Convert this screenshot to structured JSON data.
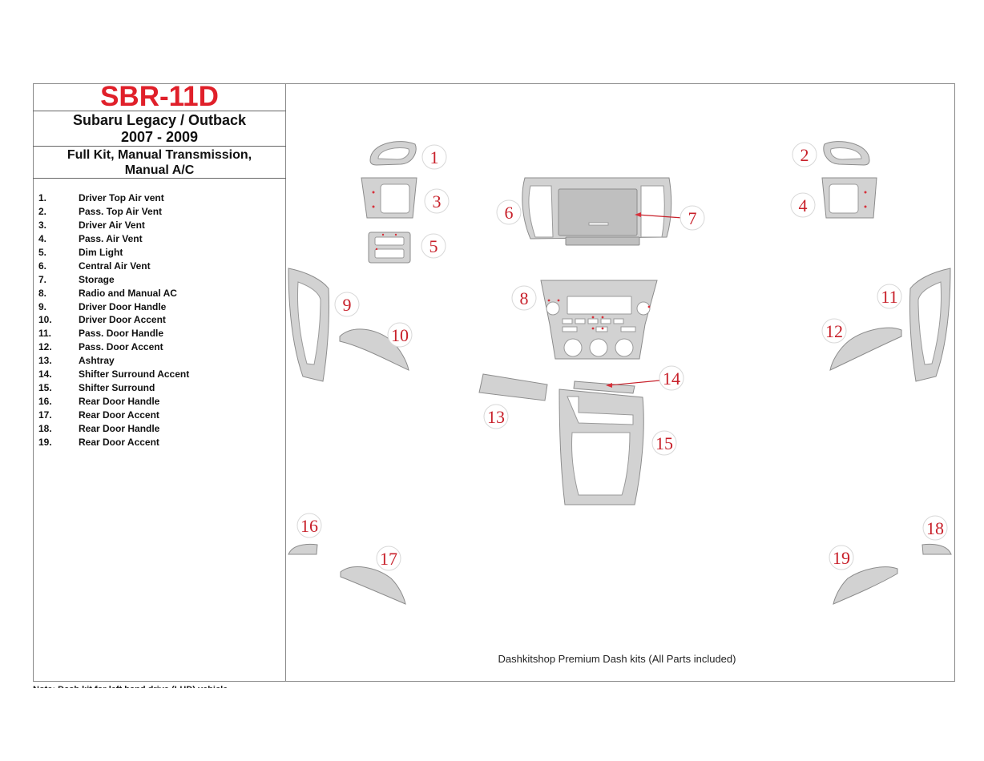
{
  "header": {
    "code": "SBR-11D",
    "model_line1": "Subaru Legacy / Outback",
    "model_line2": "2007 - 2009",
    "kit_line1": "Full Kit, Manual Transmission,",
    "kit_line2": "Manual A/C"
  },
  "parts": [
    {
      "num": "1.",
      "name": "Driver Top Air vent"
    },
    {
      "num": "2.",
      "name": "Pass. Top Air Vent"
    },
    {
      "num": "3.",
      "name": "Driver Air Vent"
    },
    {
      "num": "4.",
      "name": "Pass. Air Vent"
    },
    {
      "num": "5.",
      "name": "Dim Light"
    },
    {
      "num": "6.",
      "name": "Central Air Vent"
    },
    {
      "num": "7.",
      "name": "Storage"
    },
    {
      "num": "8.",
      "name": "Radio and Manual AC"
    },
    {
      "num": "9.",
      "name": "Driver Door Handle"
    },
    {
      "num": "10.",
      "name": "Driver Door Accent"
    },
    {
      "num": "11.",
      "name": "Pass. Door Handle"
    },
    {
      "num": "12.",
      "name": "Pass. Door Accent"
    },
    {
      "num": "13.",
      "name": "Ashtray"
    },
    {
      "num": "14.",
      "name": "Shifter Surround Accent"
    },
    {
      "num": "15.",
      "name": "Shifter Surround"
    },
    {
      "num": "16.",
      "name": "Rear Door Handle"
    },
    {
      "num": "17.",
      "name": "Rear Door Accent"
    },
    {
      "num": "18.",
      "name": "Rear Door Handle"
    },
    {
      "num": "19.",
      "name": "Rear Door Accent"
    }
  ],
  "diagram_labels": [
    "1",
    "2",
    "3",
    "4",
    "5",
    "6",
    "7",
    "8",
    "9",
    "10",
    "11",
    "12",
    "13",
    "14",
    "15",
    "16",
    "17",
    "18",
    "19"
  ],
  "footer": "Dashkitshop Premium Dash kits (All Parts included)",
  "note": "Note: Dash kit for left hand drive (LHD) vehicle",
  "colors": {
    "code": "#e0202a",
    "label": "#c8202a",
    "part_fill": "#d0d0d0",
    "part_stroke": "#8a8a8a"
  }
}
